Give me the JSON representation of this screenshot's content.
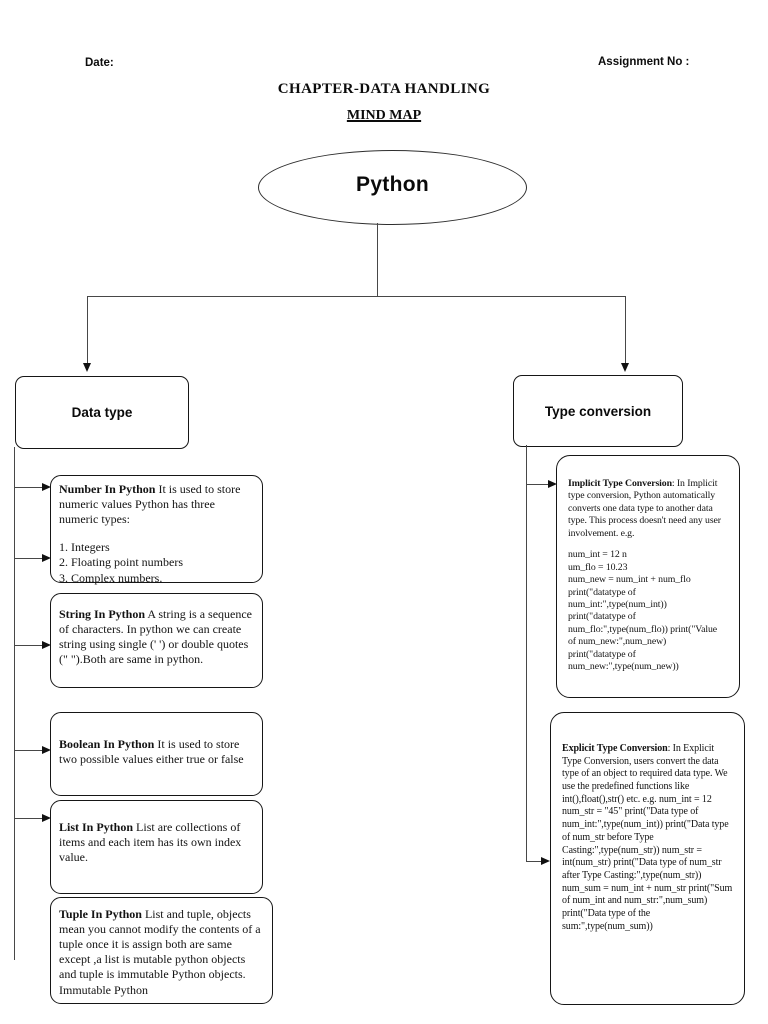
{
  "header": {
    "date_label": "Date:",
    "assignment_label": "Assignment No :",
    "chapter_title": "CHAPTER-DATA HANDLING",
    "map_title": "MIND MAP"
  },
  "mindmap": {
    "root_label": "Python",
    "left_branch": {
      "label": "Data type",
      "nodes": [
        {
          "title": "Number In Python",
          "body": " It is used to store numeric values Python has three numeric types:",
          "extra": "1. Integers\n 2. Floating point numbers\n3. Complex numbers."
        },
        {
          "title": "String In Python",
          "body": " A string is a sequence of characters. In python we can create string using single (' ') or double quotes (\" \").Both are same in python."
        },
        {
          "title": "Boolean In Python",
          "body": " It is used to store two possible values either true or false"
        },
        {
          "title": "List In Python",
          "body": " List are collections of items and each item has its own index value."
        },
        {
          "title": "Tuple In Python",
          "body": " List and tuple, objects mean you cannot modify the contents of a tuple once it is assign both are same except ,a list is mutable python objects and tuple is immutable Python objects. Immutable Python"
        }
      ]
    },
    "right_branch": {
      "label": "Type conversion",
      "nodes": [
        {
          "title": "Implicit Type Conversion",
          "body": ": In Implicit type conversion, Python automatically converts one data type to another data type. This process doesn't need any user involvement. e.g.",
          "extra": "num_int = 12 n\num_flo = 10.23\n num_new = num_int + num_flo\nprint(\"datatype of\nnum_int:\",type(num_int))\nprint(\"datatype of\nnum_flo:\",type(num_flo)) print(\"Value\nof num_new:\",num_new)\nprint(\"datatype of\nnum_new:\",type(num_new))"
        },
        {
          "title": "Explicit Type Conversion",
          "body": ": In Explicit Type Conversion, users convert the data type of an object to required data type. We use the predefined functions like int(),float(),str() etc. e.g. num_int = 12 num_str = \"45\" print(\"Data type of num_int:\",type(num_int)) print(\"Data type of num_str before Type Casting:\",type(num_str)) num_str = int(num_str) print(\"Data type of num_str after Type Casting:\",type(num_str)) num_sum = num_int + num_str print(\"Sum of num_int and num_str:\",num_sum) print(\"Data type of the sum:\",type(num_sum))"
        }
      ]
    }
  },
  "colors": {
    "ink": "#131313",
    "line": "#474747",
    "background": "#ffffff"
  }
}
